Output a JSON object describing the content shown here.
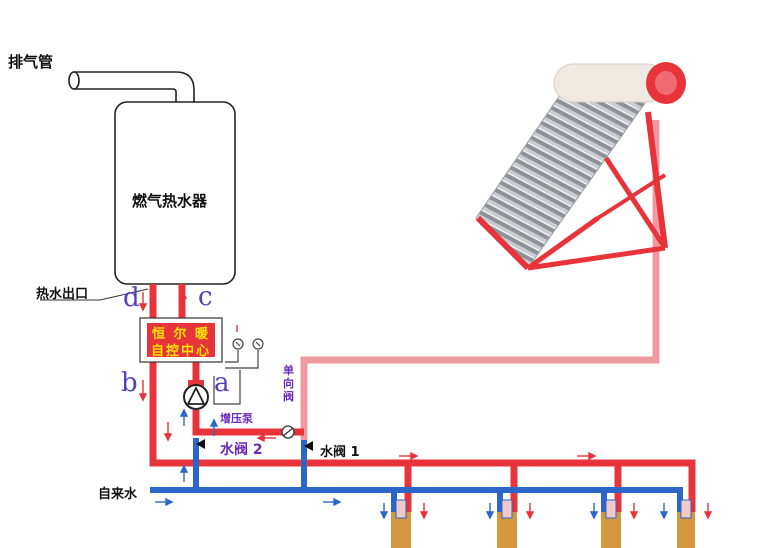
{
  "labels": {
    "exhaust_pipe": "排气管",
    "heater": "燃气热水器",
    "hot_water_outlet": "热水出口",
    "control_line1": "恒 尔 暖",
    "control_line2": "自控中心",
    "booster_pump": "增压泵",
    "check_valve": [
      "单",
      "向",
      "阀"
    ],
    "valve2": "水阀 2",
    "valve1": "水阀 1",
    "tap_water": "自来水"
  },
  "points": {
    "a": "a",
    "b": "b",
    "c": "c",
    "d": "d"
  },
  "colors": {
    "hot_pipe": "#e8333a",
    "solar_pipe": "#f19aa0",
    "cold_pipe": "#2b66c8",
    "tap_fitting": "#d5983e",
    "control_box": "#e8333a",
    "label_purple": "#6a2bb8",
    "collector_frame": "#e8333a"
  }
}
